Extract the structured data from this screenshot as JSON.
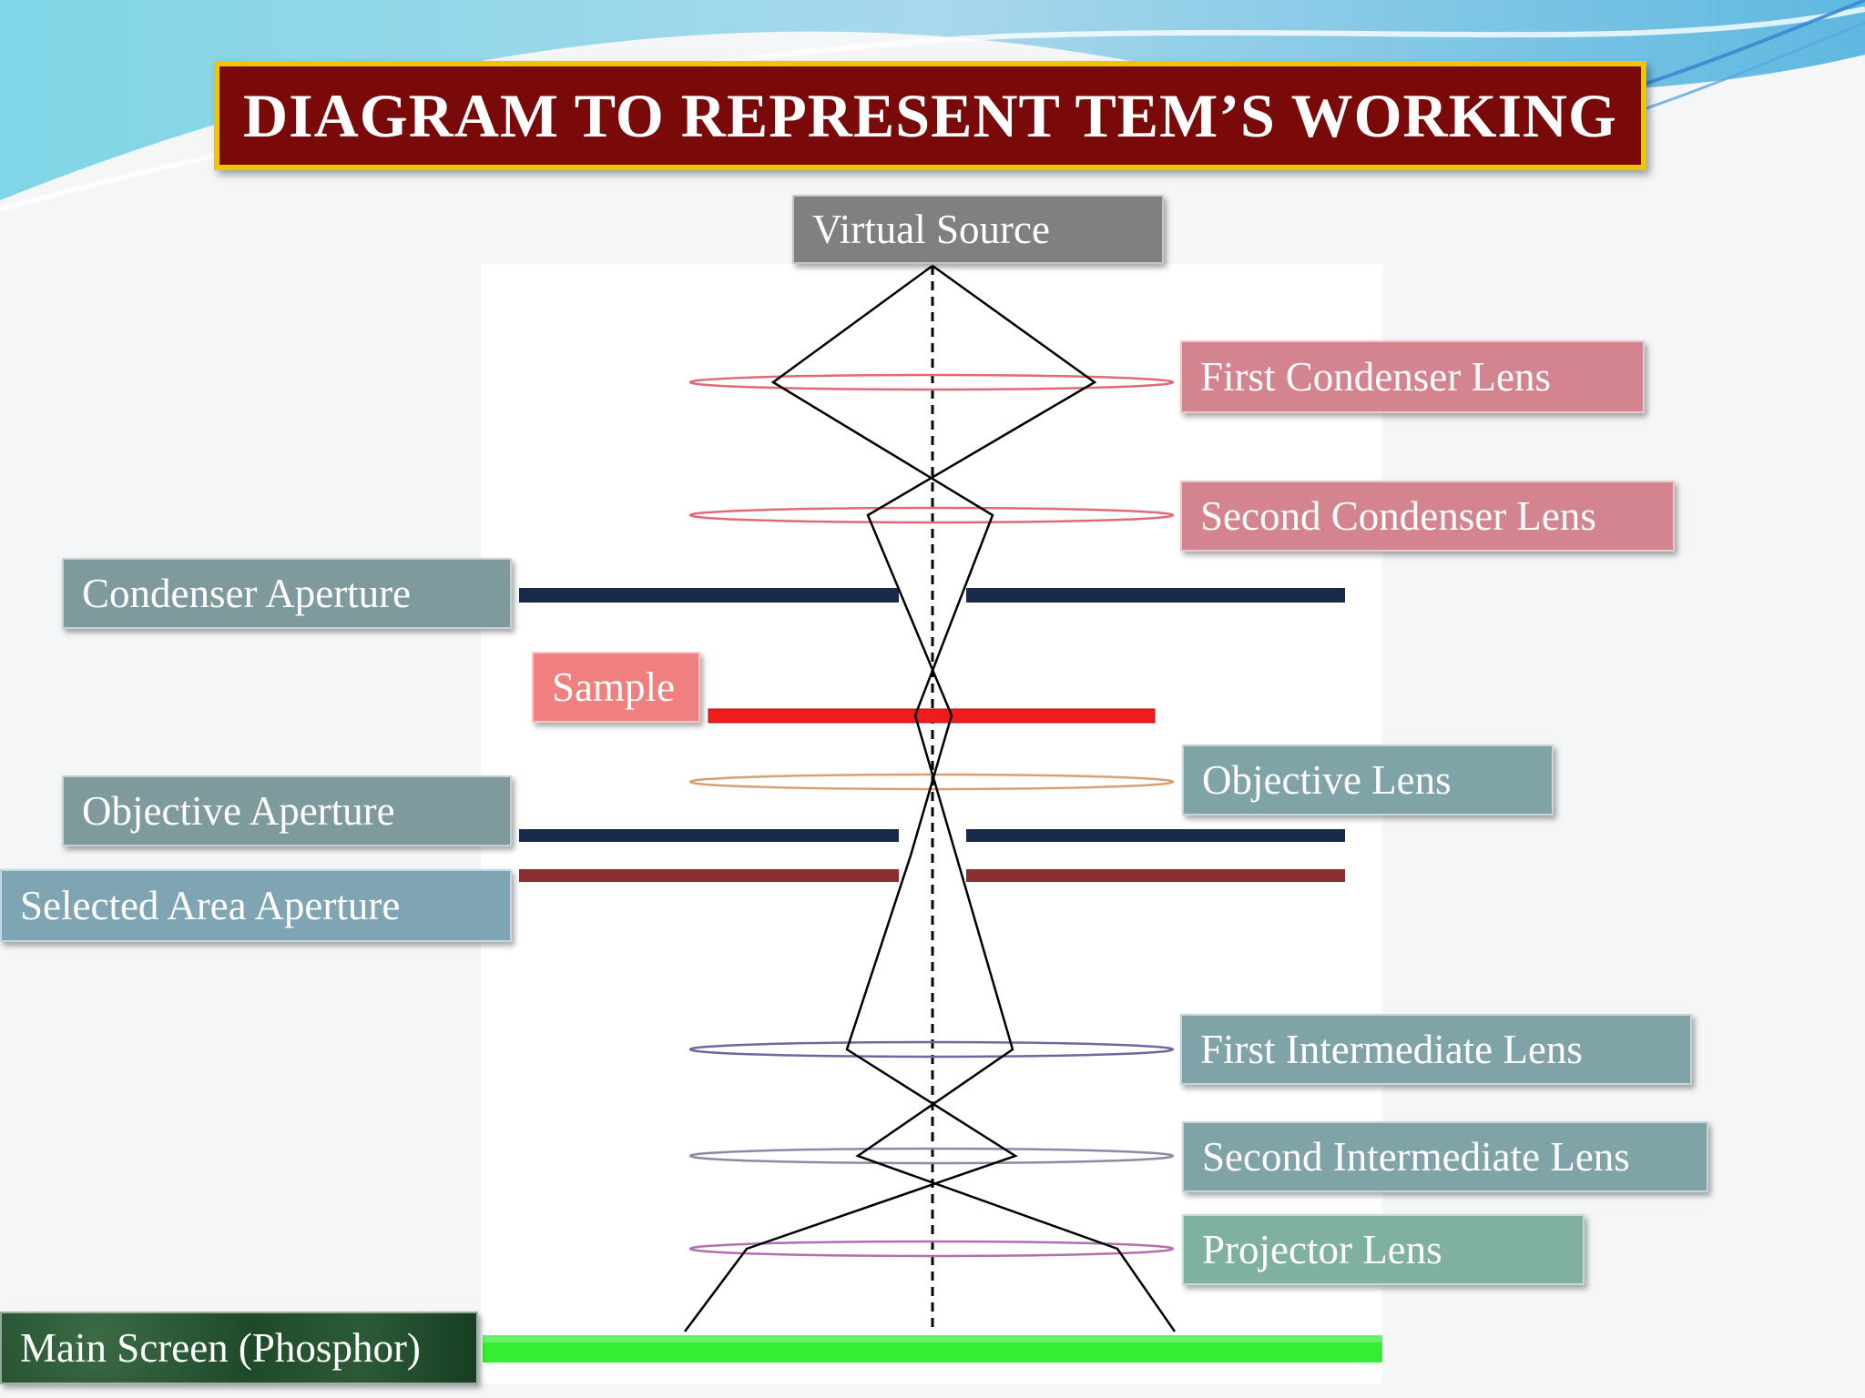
{
  "title": "DIAGRAM TO REPRESENT TEM’S WORKING",
  "labels": {
    "virtual_source": "Virtual Source",
    "first_condenser_lens": "First Condenser Lens",
    "second_condenser_lens": "Second Condenser Lens",
    "condenser_aperture": "Condenser Aperture",
    "sample": "Sample",
    "objective_lens": "Objective Lens",
    "objective_aperture": "Objective Aperture",
    "selected_area_aperture": "Selected Area Aperture",
    "first_intermediate_lens": "First Intermediate Lens",
    "second_intermediate_lens": "Second Intermediate Lens",
    "projector_lens": "Projector Lens",
    "main_screen": "Main Screen (Phosphor)"
  },
  "colors": {
    "title_background": "#7a0a0a",
    "title_border": "#f0c400",
    "condenser_lens": "#e06a78",
    "objective_lens": "#d8a070",
    "intermediate_lens": "#6a6aa0",
    "projector_lens": "#b070b0",
    "aperture": "#1a2a4a",
    "selected_area_aperture": "#8a3030",
    "sample": "#ee1c1c",
    "screen": "#33ee33",
    "rays": "#000000"
  }
}
